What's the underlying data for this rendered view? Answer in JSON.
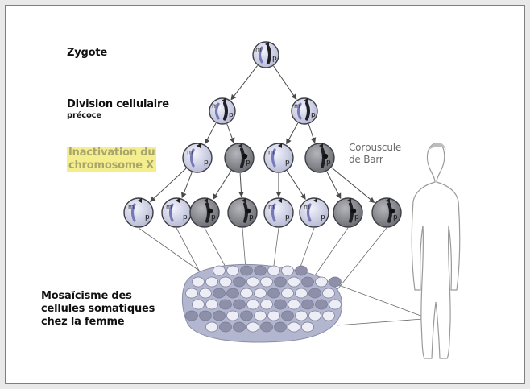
{
  "labels": {
    "zygote": "Zygote",
    "division_line1": "Division cellulaire",
    "division_line2": "précoce",
    "inactivation_line1": "Inactivation du",
    "inactivation_line2": "chromosome X",
    "barr_line1": "Corpuscule",
    "barr_line2": "de Barr",
    "mosaic_line1": "Mosaïcisme des",
    "mosaic_line2": "cellules somatiques",
    "mosaic_line3": "chez la femme"
  },
  "chromosome_labels": {
    "paternal": "p",
    "maternal": "m"
  },
  "colors": {
    "active_cell": "#d6d8ea",
    "inactive_cell": "#8d8d93",
    "highlight": "#f4ee8c",
    "line": "#5a5a5a",
    "tissue": "#c9cbe0"
  },
  "tree": {
    "inactivation_row": [
      "maternal_active",
      "paternal_active",
      "maternal_active",
      "paternal_active"
    ],
    "fourth_row": [
      "maternal_active",
      "maternal_active",
      "paternal_active",
      "paternal_active",
      "maternal_active",
      "maternal_active",
      "paternal_active",
      "paternal_active"
    ]
  }
}
